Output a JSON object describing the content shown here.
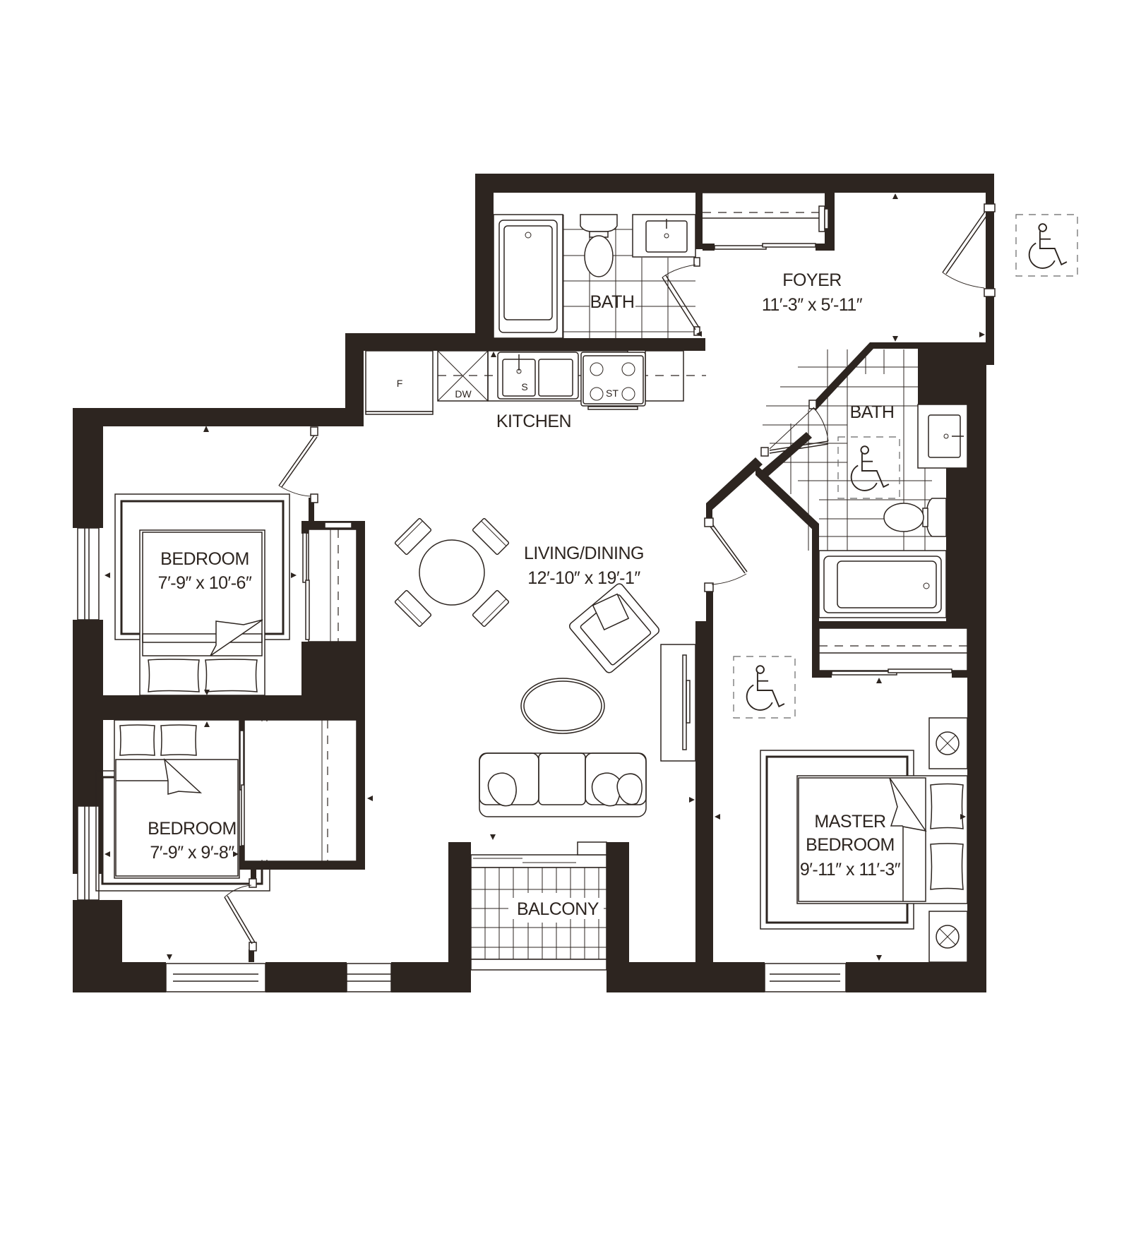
{
  "floorplan": {
    "rooms": [
      {
        "id": "foyer",
        "name": "FOYER",
        "dimensions": "11′-3″ x 5′-11″"
      },
      {
        "id": "bath1",
        "name": "BATH"
      },
      {
        "id": "bath2",
        "name": "BATH"
      },
      {
        "id": "kitchen",
        "name": "KITCHEN"
      },
      {
        "id": "living",
        "name": "LIVING/DINING",
        "dimensions": "12′-10″ x 19′-1″"
      },
      {
        "id": "bedroom1",
        "name": "BEDROOM",
        "dimensions": "7′-9″ x 10′-6″"
      },
      {
        "id": "bedroom2",
        "name": "BEDROOM",
        "dimensions": "7′-9″ x 9′-8″"
      },
      {
        "id": "master",
        "name_line1": "MASTER",
        "name_line2": "BEDROOM",
        "dimensions": "9′-11″ x 11′-3″"
      },
      {
        "id": "balcony",
        "name": "BALCONY"
      }
    ],
    "appliances": {
      "fridge": "F",
      "dishwasher": "DW",
      "sink": "S",
      "stove": "ST"
    },
    "icons": [
      "wheelchair-accessible-icon",
      "wheelchair-accessible-icon",
      "wheelchair-accessible-icon"
    ],
    "colors": {
      "wall": "#2d2520",
      "background": "#ffffff",
      "dashed": "#666666"
    }
  }
}
